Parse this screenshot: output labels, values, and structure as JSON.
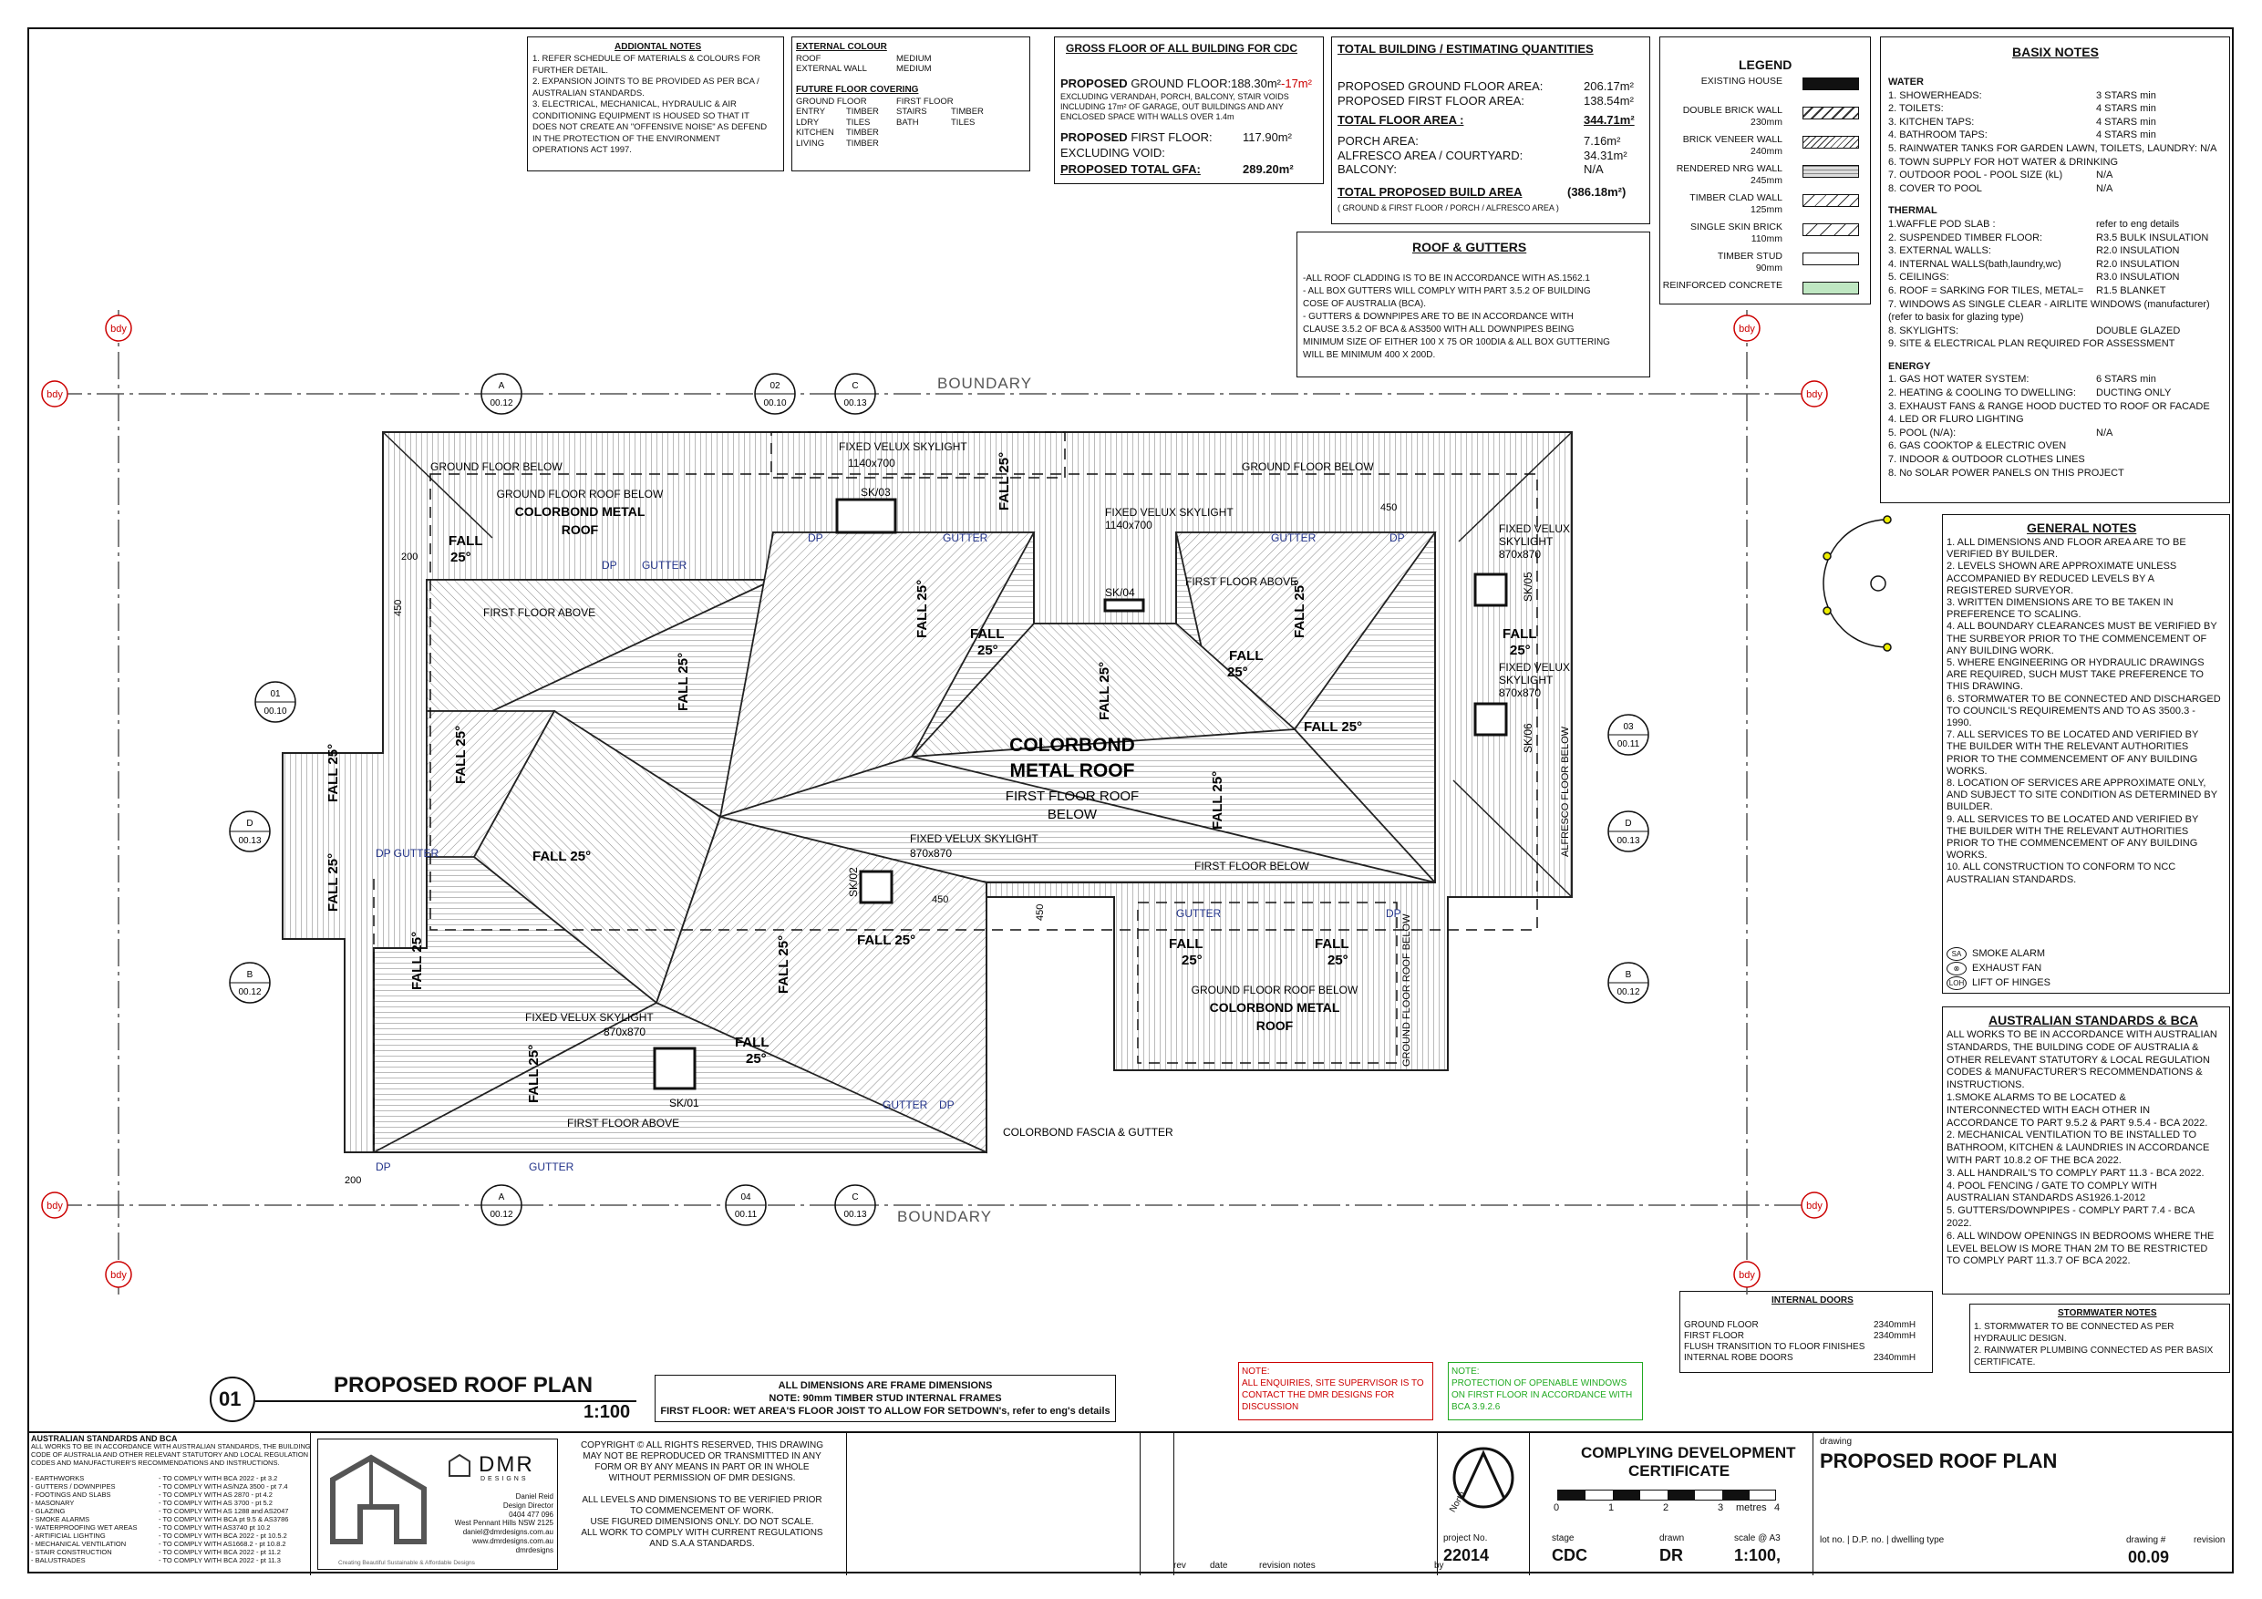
{
  "additional_notes": {
    "title": "ADDIONTAL NOTES",
    "lines": [
      "1. REFER SCHEDULE OF MATERIALS & COLOURS FOR",
      "FURTHER DETAIL.",
      "2. EXPANSION JOINTS TO BE PROVIDED AS PER BCA /",
      "AUSTRALIAN STANDARDS.",
      "3. ELECTRICAL, MECHANICAL, HYDRAULIC & AIR",
      "CONDITIONING EQUIPMENT IS HOUSED SO THAT IT",
      "DOES NOT CREATE AN \"OFFENSIVE NOISE\" AS DEFEND",
      "IN THE PROTECTION OF THE ENVIRONMENT",
      "OPERATIONS ACT 1997."
    ]
  },
  "external_colour": {
    "title": "EXTERNAL COLOUR",
    "rows": [
      [
        "ROOF",
        "MEDIUM"
      ],
      [
        "EXTERNAL WALL",
        "MEDIUM"
      ]
    ],
    "floor_title": "FUTURE FLOOR COVERING",
    "floor_rows": [
      [
        "GROUND FLOOR",
        "",
        "FIRST FLOOR",
        ""
      ],
      [
        "ENTRY",
        "TIMBER",
        "STAIRS",
        "TIMBER"
      ],
      [
        "LDRY",
        "TILES",
        "BATH",
        "TILES"
      ],
      [
        "KITCHEN",
        "TIMBER",
        "",
        ""
      ],
      [
        "LIVING",
        "TIMBER",
        "",
        ""
      ]
    ]
  },
  "gfa": {
    "title": "GROSS FLOOR OF ALL BUILDING FOR CDC",
    "line1_bold": "PROPOSED",
    "line1": "GROUND FLOOR:188.30m²",
    "line1_red": "-17m²",
    "fine": [
      "EXCLUDING VERANDAH, PORCH, BALCONY, STAIR VOIDS",
      "INCLUDING 17m² OF GARAGE, OUT BUILDINGS AND ANY",
      "ENCLOSED SPACE WITH WALLS OVER 1.4m"
    ],
    "ff_bold": "PROPOSED",
    "ff": "FIRST FLOOR:",
    "ff_val": "117.90m²",
    "void": "EXCLUDING VOID:",
    "total_label": "PROPOSED  TOTAL GFA:",
    "total_val": "289.20m²"
  },
  "quantities": {
    "title": "TOTAL BUILDING / ESTIMATING QUANTITIES",
    "rows": [
      [
        "PROPOSED GROUND FLOOR AREA:",
        "206.17m²"
      ],
      [
        "PROPOSED FIRST FLOOR AREA:",
        "138.54m²"
      ]
    ],
    "total_label": "TOTAL FLOOR AREA :",
    "total_val": "344.71m²",
    "rows2": [
      [
        "PORCH AREA:",
        "7.16m²"
      ],
      [
        "ALFRESCO AREA / COURTYARD:",
        "34.31m²"
      ],
      [
        "BALCONY:",
        "N/A"
      ]
    ],
    "build_label": "TOTAL PROPOSED BUILD AREA",
    "build_val": "(386.18m²)",
    "note": "( GROUND & FIRST FLOOR / PORCH / ALFRESCO AREA )"
  },
  "roof_gutters": {
    "title": "ROOF & GUTTERS",
    "lines": [
      "-ALL ROOF CLADDING IS TO BE IN ACCORDANCE WITH AS.1562.1",
      "- ALL BOX GUTTERS WILL COMPLY WITH PART 3.5.2 OF BUILDING",
      "COSE OF AUSTRALIA (BCA).",
      "- GUTTERS & DOWNPIPES ARE TO BE IN ACCORDANCE WITH",
      "CLAUSE 3.5.2 OF BCA & AS3500 WITH ALL DOWNPIPES BEING",
      "MINIMUM SIZE OF EITHER 100 X 75 OR 100DIA & ALL BOX GUTTERING",
      "WILL BE MINIMUM 400 X 200D."
    ]
  },
  "legend": {
    "title": "LEGEND",
    "items": [
      [
        "EXISTING HOUSE",
        ""
      ],
      [
        "DOUBLE BRICK WALL",
        "230mm"
      ],
      [
        "BRICK VENEER WALL",
        "240mm"
      ],
      [
        "RENDERED NRG WALL",
        "245mm"
      ],
      [
        "TIMBER CLAD WALL",
        "125mm"
      ],
      [
        "SINGLE SKIN BRICK",
        "110mm"
      ],
      [
        "TIMBER STUD",
        "90mm"
      ],
      [
        "REINFORCED CONCRETE",
        ""
      ]
    ]
  },
  "basix": {
    "title": "BASIX NOTES",
    "water_title": "WATER",
    "water": [
      [
        "1. SHOWERHEADS:",
        "3 STARS min"
      ],
      [
        "2. TOILETS:",
        "4 STARS min"
      ],
      [
        "3. KITCHEN TAPS:",
        "4 STARS min"
      ],
      [
        "4. BATHROOM TAPS:",
        "4 STARS min"
      ],
      [
        "5. RAINWATER TANKS FOR GARDEN LAWN, TOILETS, LAUNDRY: N/A",
        ""
      ],
      [
        "6. TOWN SUPPLY FOR HOT WATER & DRINKING",
        ""
      ],
      [
        "7. OUTDOOR POOL - POOL SIZE (kL)",
        "N/A"
      ],
      [
        "8. COVER TO POOL",
        "N/A"
      ]
    ],
    "thermal_title": "THERMAL",
    "thermal": [
      [
        "1.WAFFLE POD SLAB :",
        "refer to eng details"
      ],
      [
        "2. SUSPENDED TIMBER FLOOR:",
        "R3.5 BULK INSULATION"
      ],
      [
        "3. EXTERNAL WALLS:",
        "R2.0 INSULATION"
      ],
      [
        "4. INTERNAL WALLS(bath,laundry,wc)",
        "R2.0 INSULATION"
      ],
      [
        "5. CEILINGS:",
        "R3.0 INSULATION"
      ],
      [
        "6. ROOF = SARKING FOR TILES, METAL=",
        "R1.5 BLANKET"
      ],
      [
        "7. WINDOWS AS SINGLE CLEAR - AIRLITE WINDOWS (manufacturer)",
        ""
      ],
      [
        "(refer to basix for glazing type)",
        ""
      ],
      [
        "8. SKYLIGHTS:",
        "DOUBLE GLAZED"
      ],
      [
        "9. SITE & ELECTRICAL PLAN REQUIRED FOR ASSESSMENT",
        ""
      ]
    ],
    "energy_title": "ENERGY",
    "energy": [
      [
        "1. GAS HOT WATER SYSTEM:",
        "6 STARS min"
      ],
      [
        "2. HEATING & COOLING TO DWELLING:",
        "DUCTING ONLY"
      ],
      [
        "3. EXHAUST FANS & RANGE HOOD DUCTED TO ROOF OR FACADE",
        ""
      ],
      [
        "4. LED OR FLURO LIGHTING",
        ""
      ],
      [
        "5. POOL (N/A):",
        "N/A"
      ],
      [
        "6. GAS COOKTOP  & ELECTRIC OVEN",
        ""
      ],
      [
        "7. INDOOR & OUTDOOR CLOTHES LINES",
        ""
      ],
      [
        "8. No SOLAR POWER PANELS ON THIS PROJECT",
        ""
      ]
    ]
  },
  "general_notes": {
    "title": "GENERAL NOTES",
    "lines": [
      "1. ALL DIMENSIONS AND FLOOR AREA ARE TO BE",
      "VERIFIED BY BUILDER.",
      "2. LEVELS SHOWN ARE APPROXIMATE UNLESS",
      "ACCOMPANIED BY REDUCED LEVELS BY A",
      "REGISTERED SURVEYOR.",
      "3. WRITTEN DIMENSIONS ARE TO BE TAKEN IN",
      "PREFERENCE TO SCALING.",
      "4. ALL BOUNDARY CLEARANCES MUST BE VERIFIED BY",
      "THE SURBEYOR PRIOR TO THE COMMENCEMENT OF",
      "ANY BUILDING WORK.",
      "5. WHERE ENGINEERING OR HYDRAULIC DRAWINGS",
      "ARE REQUIRED, SUCH MUST TAKE PREFERENCE TO",
      "THIS DRAWING.",
      "6. STORMWATER TO BE CONNECTED AND DISCHARGED",
      "TO COUNCIL'S REQUIREMENTS AND TO AS 3500.3 -",
      "1990.",
      "7. ALL SERVICES TO BE LOCATED AND VERIFIED BY",
      "THE BUILDER WITH THE RELEVANT AUTHORITIES",
      "PRIOR TO THE COMMENCEMENT OF ANY BUILDING",
      "WORKS.",
      "8. LOCATION OF SERVICES ARE APPROXIMATE ONLY,",
      "AND SUBJECT TO SITE CONDITION AS DETERMINED BY",
      "BUILDER.",
      "9. ALL SERVICES TO BE LOCATED AND VERIFIED BY",
      "THE BUILDER WITH THE RELEVANT AUTHORITIES",
      "PRIOR TO THE COMMENCEMENT OF ANY BUILDING",
      "WORKS.",
      "10. ALL CONSTRUCTION TO CONFORM TO NCC",
      "AUSTRALIAN STANDARDS."
    ],
    "symbols": [
      [
        "SA",
        "SMOKE ALARM"
      ],
      [
        "⊗",
        "EXHAUST FAN"
      ],
      [
        "LOH",
        "LIFT OF HINGES"
      ]
    ]
  },
  "aus_standards": {
    "title": "AUSTRALIAN STANDARDS & BCA",
    "lines": [
      "ALL WORKS TO BE IN ACCORDANCE WITH AUSTRALIAN",
      "STANDARDS, THE BUILDING CODE OF AUSTRALIA &",
      "OTHER RELEVANT STATUTORY & LOCAL REGULATION",
      "CODES & MANUFACTURER'S RECOMMENDATIONS &",
      "INSTRUCTIONS.",
      "1.SMOKE ALARMS TO BE LOCATED &",
      "INTERCONNECTED WITH EACH OTHER IN",
      "ACCORDANCE TO PART 9.5.2 & PART 9.5.4 - BCA 2022.",
      "2. MECHANICAL VENTILATION TO BE INSTALLED TO",
      "BATHROOM, KITCHEN & LAUNDRIES IN ACCORDANCE",
      "WITH PART 10.8.2 OF THE BCA 2022.",
      "3. ALL HANDRAIL'S TO COMPLY PART 11.3 - BCA 2022.",
      "4. POOL FENCING / GATE TO COMPLY WITH",
      "AUSTRALIAN STANDARDS AS1926.1-2012",
      "5. GUTTERS/DOWNPIPES - COMPLY PART 7.4 - BCA",
      "2022.",
      "6. ALL WINDOW OPENINGS IN BEDROOMS WHERE THE",
      "LEVEL BELOW IS MORE THAN 2M TO BE RESTRICTED",
      "TO COMPLY PART 11.3.7 OF BCA 2022."
    ]
  },
  "internal_doors": {
    "title": "INTERNAL DOORS",
    "rows": [
      [
        "GROUND FLOOR",
        "2340mmH"
      ],
      [
        "FIRST FLOOR",
        "2340mmH"
      ],
      [
        "FLUSH TRANSITION TO FLOOR FINISHES",
        ""
      ],
      [
        "INTERNAL ROBE DOORS",
        "2340mmH"
      ]
    ]
  },
  "stormwater": {
    "title": "STORMWATER NOTES",
    "lines": [
      "1. STORMWATER TO BE CONNECTED AS PER",
      "HYDRAULIC DESIGN.",
      "2. RAINWATER PLUMBING CONNECTED AS PER BASIX",
      "CERTIFICATE."
    ]
  },
  "title_block": {
    "drawing_no": "01",
    "drawing_title": "PROPOSED ROOF PLAN",
    "scale": "1:100",
    "frame_note_1": "ALL DIMENSIONS ARE FRAME DIMENSIONS",
    "frame_note_2": "NOTE: 90mm TIMBER STUD INTERNAL FRAMES",
    "frame_note_3": "FIRST FLOOR: WET AREA'S FLOOR JOIST TO ALLOW FOR SETDOWN's, refer to eng's details",
    "red_note": [
      "NOTE:",
      "ALL ENQUIRIES, SITE SUPERVISOR IS TO",
      "CONTACT THE DMR DESIGNS FOR",
      "DISCUSSION"
    ],
    "green_note": [
      "NOTE:",
      "PROTECTION OF OPENABLE WINDOWS",
      "ON FIRST FLOOR IN ACCORDANCE WITH",
      "BCA 3.9.2.6"
    ]
  },
  "footer": {
    "std_title": "AUSTRALIAN STANDARDS AND BCA",
    "std_intro": [
      "ALL WORKS TO BE IN ACCORDANCE WITH AUSTRALIAN STANDARDS, THE BUILDING",
      "CODE OF AUSTRALIA AND OTHER RELEVANT STATUTORY AND LOCAL REGULATION",
      "CODES AND MANUFACTURER'S RECOMMENDATIONS AND INSTRUCTIONS."
    ],
    "std_rows": [
      [
        "- EARTHWORKS",
        "- TO COMPLY WITH BCA 2022 - pt 3.2"
      ],
      [
        "- GUTTERS / DOWNPIPES",
        "- TO COMPLY WITH AS/NZA 3500 - pt 7.4"
      ],
      [
        "- FOOTINGS AND SLABS",
        "- TO COMPLY WITH AS 2870 - pt 4.2"
      ],
      [
        "- MASONARY",
        "- TO COMPLY WITH AS 3700 - pt 5.2"
      ],
      [
        "- GLAZING",
        "- TO COMPLY WITH AS 1288 and AS2047"
      ],
      [
        "- SMOKE ALARMS",
        "- TO COMPLY WITH BCA pt 9.5 & AS3786"
      ],
      [
        "- WATERPROOFING WET AREAS",
        "- TO COMPLY WITH AS3740 pt 10.2"
      ],
      [
        "- ARTIFICIAL LIGHTING",
        "- TO COMPLY WITH BCA 2022 - pt 10.5.2"
      ],
      [
        "- MECHANICAL VENTILATION",
        "- TO COMPLY WITH AS1668.2 - pt 10.8.2"
      ],
      [
        "- STAIR CONSTRUCTION",
        "- TO COMPLY WITH BCA 2022 - pt 11.2"
      ],
      [
        "- BALUSTRADES",
        "- TO COMPLY WITH BCA 2022 - pt 11.3"
      ]
    ],
    "company": "DMR",
    "company_sub": "DESIGNS",
    "contact": [
      "Daniel Reid",
      "Design Director",
      "0404 477 096",
      "West Pennant Hills NSW 2125",
      "daniel@dmrdesigns.com.au",
      "www.dmrdesigns.com.au",
      "dmrdesigns"
    ],
    "tagline": "Creating Beautiful Sustainable & Affordable Designs",
    "copyright": [
      "COPYRIGHT © ALL RIGHTS RESERVED, THIS DRAWING",
      "MAY NOT BE REPRODUCED OR TRANSMITTED IN ANY",
      "FORM OR BY ANY MEANS IN PART OR IN WHOLE",
      "WITHOUT PERMISSION OF DMR DESIGNS.",
      "",
      "ALL LEVELS AND DIMENSIONS TO BE VERIFIED PRIOR",
      "TO COMMENCEMENT OF WORK.",
      "USE FIGURED DIMENSIONS ONLY. DO NOT SCALE.",
      "ALL WORK TO COMPLY WITH CURRENT REGULATIONS",
      "AND S.A.A STANDARDS."
    ],
    "rev_labels": [
      "rev",
      "date",
      "revision notes",
      "by"
    ],
    "north": "North",
    "project_label": "project No.",
    "project_no": "22014",
    "cert_title": [
      "COMPLYING DEVELOPMENT",
      "CERTIFICATE"
    ],
    "scale_ticks": [
      "0",
      "1",
      "2",
      "3",
      "metres",
      "4"
    ],
    "stage_label": "stage",
    "stage": "CDC",
    "drawn_label": "drawn",
    "drawn": "DR",
    "scale_label": "scale @ A3",
    "scale": "1:100,",
    "drawing_label": "drawing",
    "drawing_title": "PROPOSED ROOF PLAN",
    "lot_label": "lot no. | D.P. no. | dwelling type",
    "drawing_no_label": "drawing #",
    "drawing_no": "00.09",
    "revision_label": "revision"
  },
  "plan": {
    "boundary": "BOUNDARY",
    "bdy": "bdy",
    "main_roof": [
      "COLORBOND",
      "METAL ROOF"
    ],
    "main_roof_sub": [
      "FIRST FLOOR ROOF",
      "BELOW"
    ],
    "gf_roof_left": [
      "GROUND FLOOR ROOF BELOW",
      "COLORBOND METAL",
      "ROOF"
    ],
    "gf_roof_right": [
      "GROUND FLOOR ROOF BELOW",
      "COLORBOND METAL",
      "ROOF"
    ],
    "gf_below": "GROUND FLOOR BELOW",
    "ff_above": "FIRST FLOOR ABOVE",
    "ff_below": "FIRST FLOOR BELOW",
    "gutter": "GUTTER",
    "dp": "DP",
    "dp_gutter": "DP GUTTER",
    "fall": "FALL 25°",
    "fall_word": "FALL",
    "deg": "25°",
    "fascia": "COLORBOND FASCIA & GUTTER",
    "alfresco": "ALFRESCO FLOOR BELOW",
    "gf_roof_below_v": "GROUND FLOOR ROOF BELOW",
    "skylights": [
      [
        "FIXED VELUX SKYLIGHT",
        "1140x700",
        "SK/03"
      ],
      [
        "FIXED VELUX SKYLIGHT",
        "1140x700",
        "SK/04"
      ],
      [
        "FIXED VELUX",
        "SKYLIGHT",
        "870x870",
        "SK/05"
      ],
      [
        "FIXED VELUX",
        "SKYLIGHT",
        "870x870",
        "SK/06"
      ],
      [
        "FIXED VELUX SKYLIGHT",
        "870x870",
        "SK/02"
      ],
      [
        "FIXED VELUX SKYLIGHT",
        "870x870",
        "SK/01"
      ]
    ],
    "dims": [
      "200",
      "450",
      "450",
      "450",
      "200",
      "450"
    ],
    "sections": [
      [
        "A",
        "00.12"
      ],
      [
        "02",
        "00.10"
      ],
      [
        "C",
        "00.13"
      ],
      [
        "01",
        "00.10"
      ],
      [
        "D",
        "00.13"
      ],
      [
        "B",
        "00.12"
      ],
      [
        "03",
        "00.11"
      ],
      [
        "D",
        "00.13"
      ],
      [
        "B",
        "00.12"
      ],
      [
        "A",
        "00.12"
      ],
      [
        "04",
        "00.11"
      ],
      [
        "C",
        "00.13"
      ]
    ]
  }
}
